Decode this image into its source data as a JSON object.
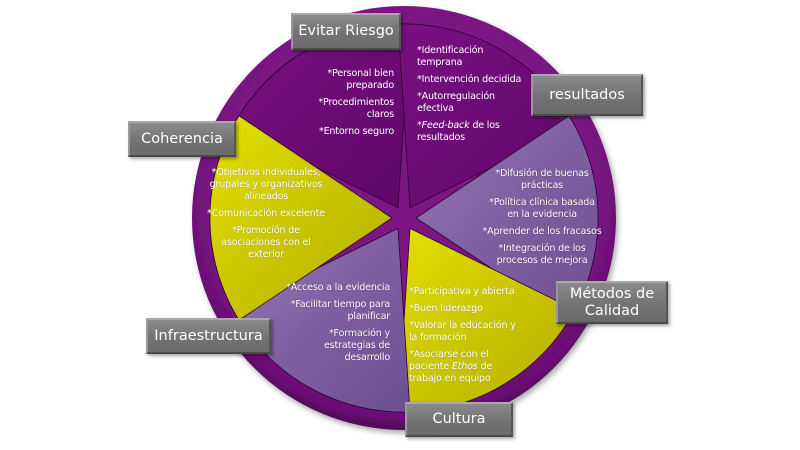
{
  "diagram": {
    "colors": {
      "ring": "#7b1685",
      "ring_dark": "#520c5a",
      "dark_wedge": "#6c0b74",
      "light_wedge": "#7e5ea0",
      "yellow_wedge": "#c8c400",
      "label_box": "#777777",
      "text": "#ffffff"
    },
    "segments": [
      {
        "id": "evitar-riesgo",
        "label": "Evitar Riesgo",
        "style": "dark",
        "items": [
          "*Personal bien preparado",
          "*Procedimientos claros",
          "*Entorno seguro"
        ]
      },
      {
        "id": "resultados",
        "label": "resultados",
        "style": "dark",
        "items": [
          "*Identificación temprana",
          "*Intervención decidida",
          "*Autorregulación efectiva",
          "*Feed-back de los resultados"
        ],
        "italic_fragment": "Feed-back"
      },
      {
        "id": "metodos-de-calidad",
        "label_lines": [
          "Métodos de",
          "Calidad"
        ],
        "style": "light",
        "items": [
          "*Difusión de buenas prácticas",
          "*Política clínica basada en la evidencia",
          "*Aprender de los fracasos",
          "*Integración de los procesos de mejora"
        ]
      },
      {
        "id": "cultura",
        "label": "Cultura",
        "style": "yellow",
        "items": [
          "*Participativa y abierta",
          "*Buen liderazgo",
          "*Valorar la educación y la formación",
          "*Asociarse con el paciente Ethos de trabajo en equipo"
        ],
        "italic_fragment": "Ethos"
      },
      {
        "id": "infraestructura",
        "label": "Infraestructura",
        "style": "light",
        "items": [
          "*Acceso a la evidencia",
          "*Facilitar tiempo para planificar",
          "*Formación y estrategias de desarrollo"
        ]
      },
      {
        "id": "coherencia",
        "label": "Coherencia",
        "style": "yellow",
        "items": [
          "*Objetivos individuales, grupales y organizativos alineados",
          "*Comunicación excelente",
          "*Promoción de asociaciones con el exterior"
        ]
      }
    ],
    "text_parts": {
      "feedback_pre": "*",
      "feedback_italic": "Feed-back",
      "feedback_post": " de los resultados",
      "ethos_pre": "*Asociarse con el paciente ",
      "ethos_italic": "Ethos",
      "ethos_post": " de trabajo en equipo"
    }
  }
}
